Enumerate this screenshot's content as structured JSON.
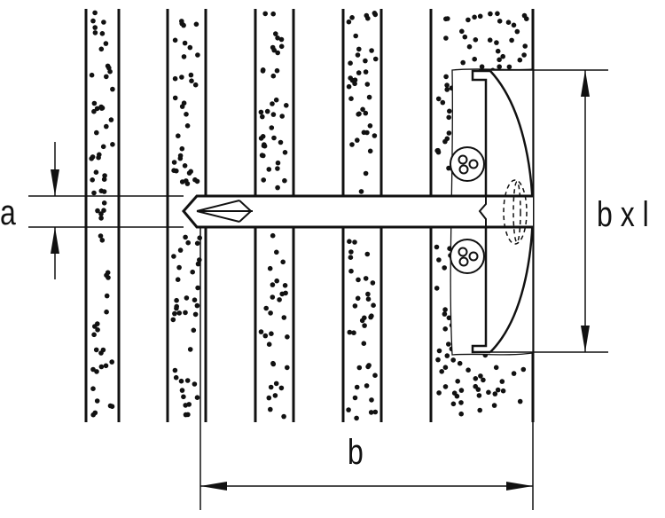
{
  "labels": {
    "a": "a",
    "b": "b",
    "b_x_l": "b x l"
  },
  "colors": {
    "ink": "#111111",
    "background": "#ffffff"
  }
}
